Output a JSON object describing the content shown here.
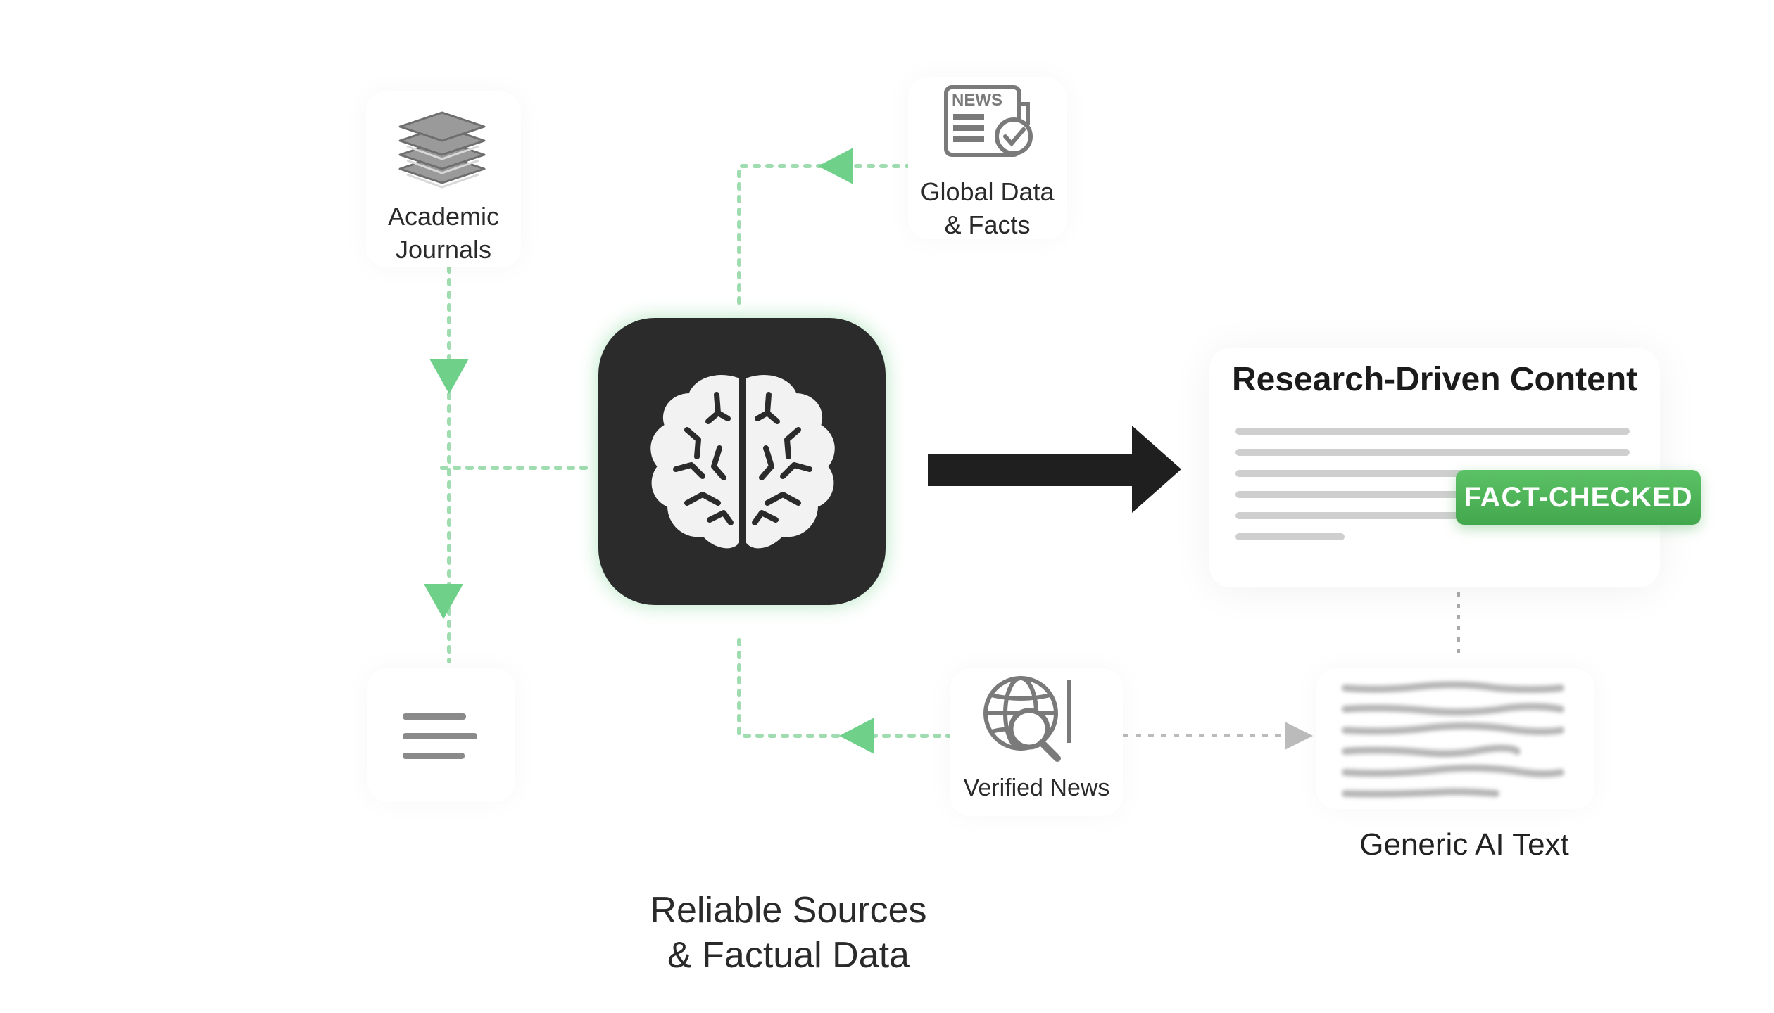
{
  "sources": {
    "academic": {
      "icon": "books-icon",
      "label_line1": "Academic",
      "label_line2": "Journals"
    },
    "global": {
      "icon": "newspaper-check-icon",
      "badge_text": "NEWS",
      "label_line1": "Global Data",
      "label_line2": "& Facts"
    },
    "verified": {
      "icon": "globe-search-icon",
      "label": "Verified News"
    },
    "other": {
      "icon": "text-lines-icon"
    }
  },
  "center": {
    "icon": "brain-icon"
  },
  "result": {
    "title": "Research-Driven Content",
    "badge": "FACT-CHECKED"
  },
  "generic": {
    "label": "Generic AI Text"
  },
  "caption": {
    "line1": "Reliable Sources",
    "line2": "& Factual Data"
  },
  "colors": {
    "accent_green": "#5cc878",
    "dark_tile": "#2b2b2b",
    "arrow": "#1f1f1f",
    "badge": "#4caf50"
  }
}
